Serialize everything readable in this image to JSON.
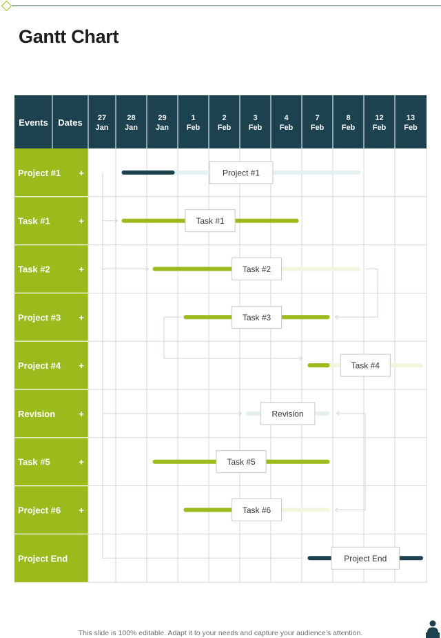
{
  "page": {
    "title": "Gantt Chart",
    "footer": "This slide is 100% editable. Adapt it to your needs and capture your audience’s attention."
  },
  "colors": {
    "header_bg": "#1c4250",
    "row_label_bg": "#9bbb1c",
    "grid": "#d7d7d7",
    "bar_green": "#9bbb1c",
    "bar_dark": "#1c4250",
    "bar_light_teal": "#e4f1f3",
    "bar_light_green": "#f1f7dc",
    "connector": "#cfd5da"
  },
  "chart_data": {
    "type": "gantt",
    "header": {
      "events": "Events",
      "dates": "Dates"
    },
    "columns": [
      {
        "day": "27",
        "month": "Jan"
      },
      {
        "day": "28",
        "month": "Jan"
      },
      {
        "day": "29",
        "month": "Jan"
      },
      {
        "day": "1",
        "month": "Feb"
      },
      {
        "day": "2",
        "month": "Feb"
      },
      {
        "day": "3",
        "month": "Feb"
      },
      {
        "day": "4",
        "month": "Feb"
      },
      {
        "day": "7",
        "month": "Feb"
      },
      {
        "day": "8",
        "month": "Feb"
      },
      {
        "day": "12",
        "month": "Feb"
      },
      {
        "day": "13",
        "month": "Feb"
      }
    ],
    "rows": [
      {
        "label": "Project #1",
        "plus": "+",
        "box_label": "Project #1",
        "bar": {
          "start": "28 Jan",
          "end": "8 Feb",
          "color": "bar_light_teal",
          "solid_end": "29 Jan",
          "solid_color": "bar_dark"
        }
      },
      {
        "label": "Task #1",
        "plus": "+",
        "box_label": "Task #1",
        "bar": {
          "start": "28 Jan",
          "end": "4 Feb",
          "color": "bar_green"
        }
      },
      {
        "label": "Task #2",
        "plus": "+",
        "box_label": "Task #2",
        "bar": {
          "start": "29 Jan",
          "end": "8 Feb",
          "color": "bar_light_green",
          "solid_end": "2 Feb",
          "solid_color": "bar_green"
        }
      },
      {
        "label": "Project #3",
        "plus": "+",
        "box_label": "Task #3",
        "bar": {
          "start": "1 Feb",
          "end": "7 Feb",
          "color": "bar_green"
        }
      },
      {
        "label": "Project #4",
        "plus": "+",
        "box_label": "Task #4",
        "bar": {
          "start": "7 Feb",
          "end": "13 Feb",
          "color": "bar_light_green",
          "solid_end": "7 Feb",
          "solid_color": "bar_green"
        }
      },
      {
        "label": "Revision",
        "plus": "+",
        "box_label": "Revision",
        "bar": {
          "start": "3 Feb",
          "end": "7 Feb",
          "color": "bar_light_teal"
        }
      },
      {
        "label": "Task #5",
        "plus": "+",
        "box_label": "Task #5",
        "bar": {
          "start": "29 Jan",
          "end": "7 Feb",
          "color": "bar_green"
        }
      },
      {
        "label": "Project #6",
        "plus": "+",
        "box_label": "Task #6",
        "bar": {
          "start": "1 Feb",
          "end": "7 Feb",
          "color": "bar_light_green",
          "solid_end": "3 Feb",
          "solid_color": "bar_green"
        }
      },
      {
        "label": "Project End",
        "plus": "",
        "box_label": "Project End",
        "bar": {
          "start": "7 Feb",
          "end": "13 Feb",
          "color": "bar_dark"
        }
      }
    ]
  }
}
